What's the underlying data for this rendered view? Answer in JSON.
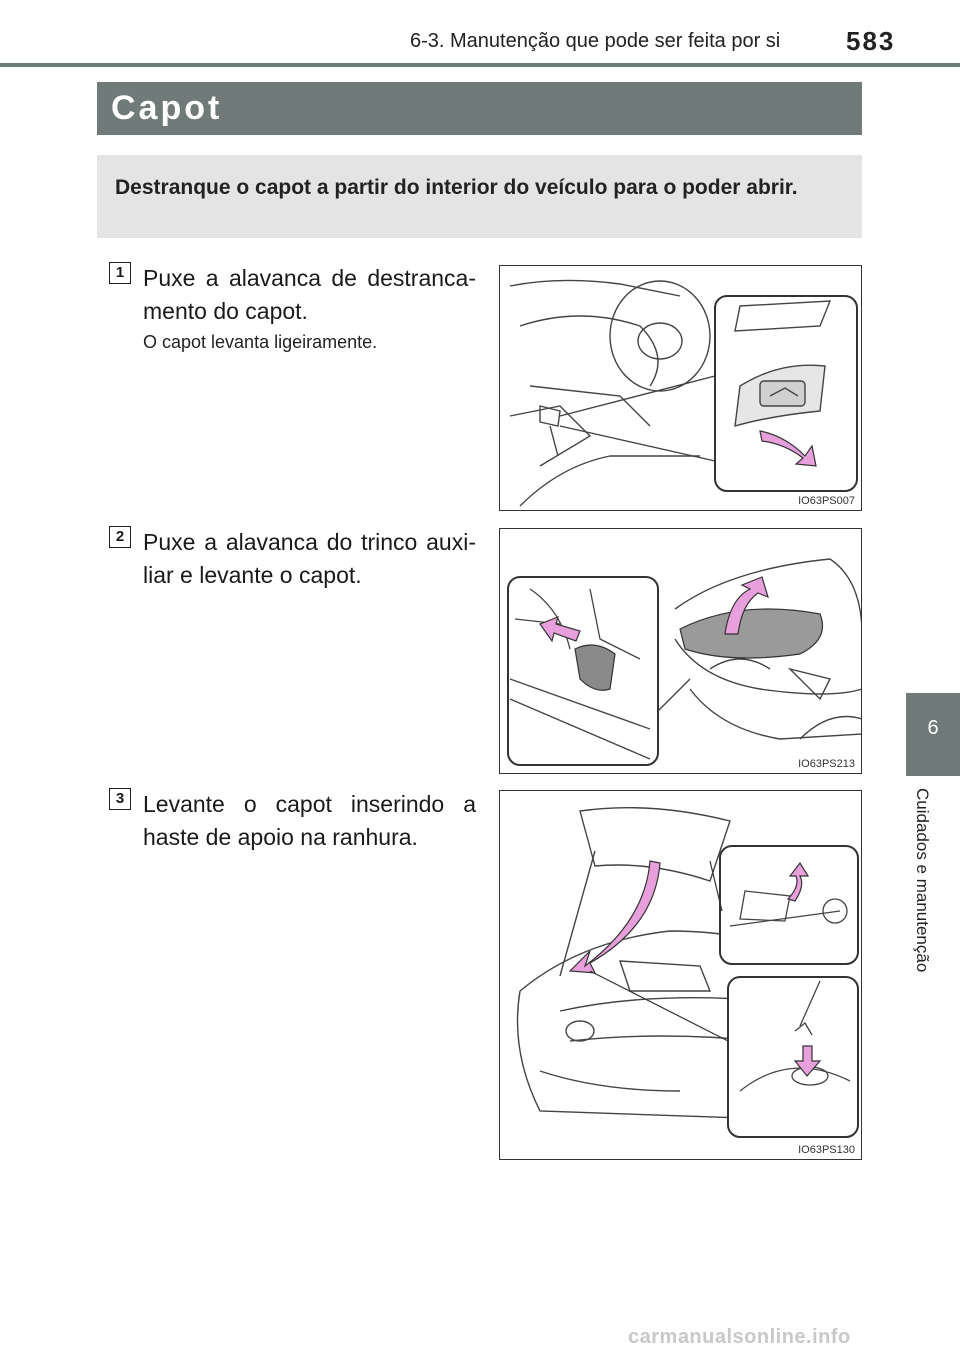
{
  "header": {
    "section": "6-3. Manutenção que pode ser feita por si",
    "page_number": "583"
  },
  "title": "Capot",
  "summary": "Destranque o capot a partir do interior do veículo para o poder abrir.",
  "steps": [
    {
      "number": "1",
      "text": "Puxe a alavanca de destranca-mento do capot.",
      "note": "O capot levanta ligeiramente.",
      "figure_code": "IO63PS007"
    },
    {
      "number": "2",
      "text": "Puxe a alavanca do trinco auxi-liar e levante o capot.",
      "figure_code": "IO63PS213"
    },
    {
      "number": "3",
      "text": "Levante o capot inserindo a haste de apoio na ranhura.",
      "figure_code": "IO63PS130"
    }
  ],
  "side_tab": {
    "number": "6",
    "label": "Cuidados e manutenção"
  },
  "watermark": "carmanualsonline.info",
  "colors": {
    "header_gray": "#6f7a79",
    "summary_bg": "#e4e4e4",
    "arrow_pink": "#e8a0dc"
  }
}
